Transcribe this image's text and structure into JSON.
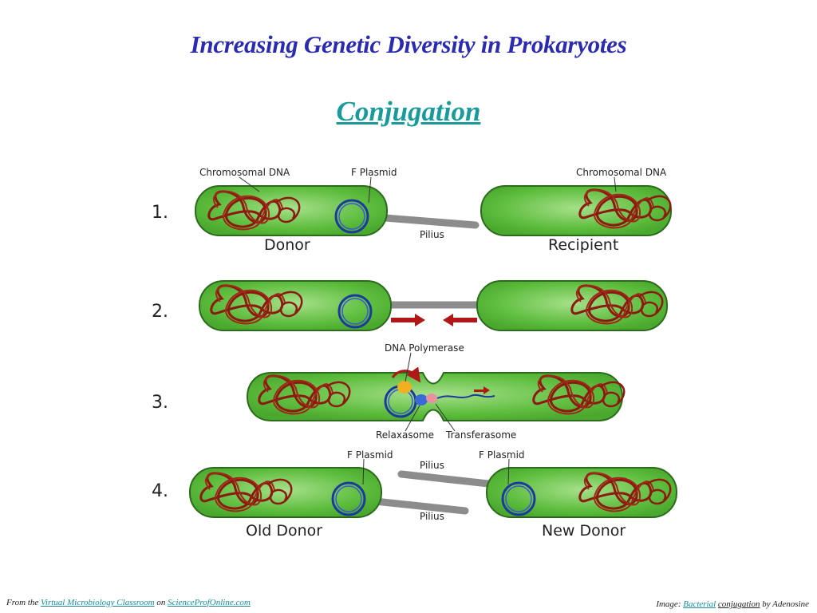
{
  "slide": {
    "title": "Increasing Genetic Diversity in Prokaryotes",
    "subtitle": "Conjugation"
  },
  "diagram": {
    "steps": [
      "1.",
      "2.",
      "3.",
      "4."
    ],
    "labels": {
      "chromosomal_dna_left": "Chromosomal DNA",
      "f_plasmid_1": "F Plasmid",
      "chromosomal_dna_right": "Chromosomal DNA",
      "pilius_1": "Pilius",
      "donor": "Donor",
      "recipient": "Recipient",
      "dna_polymerase": "DNA Polymerase",
      "relaxasome": "Relaxasome",
      "transferasome": "Transferasome",
      "f_plasmid_4_left": "F Plasmid",
      "f_plasmid_4_right": "F Plasmid",
      "pilius_4_top": "Pilius",
      "pilius_4_bottom": "Pilius",
      "old_donor": "Old Donor",
      "new_donor": "New Donor"
    },
    "colors": {
      "cell_fill": "#5cbc3c",
      "cell_stroke": "#2c6a1c",
      "dna": "#8b1a10",
      "plasmid": "#1c3a9c",
      "pilus": "#8c8c8c",
      "arrow": "#b01818"
    }
  },
  "footer": {
    "left_prefix": "From the",
    "left_link1": "Virtual Microbiology Classroom",
    "left_mid": "on",
    "left_link2": "ScienceProfOnline.com",
    "right_prefix": "Image:",
    "right_link": "Bacterial",
    "right_mid": "conjugation",
    "right_suffix": "by Adenosine"
  }
}
